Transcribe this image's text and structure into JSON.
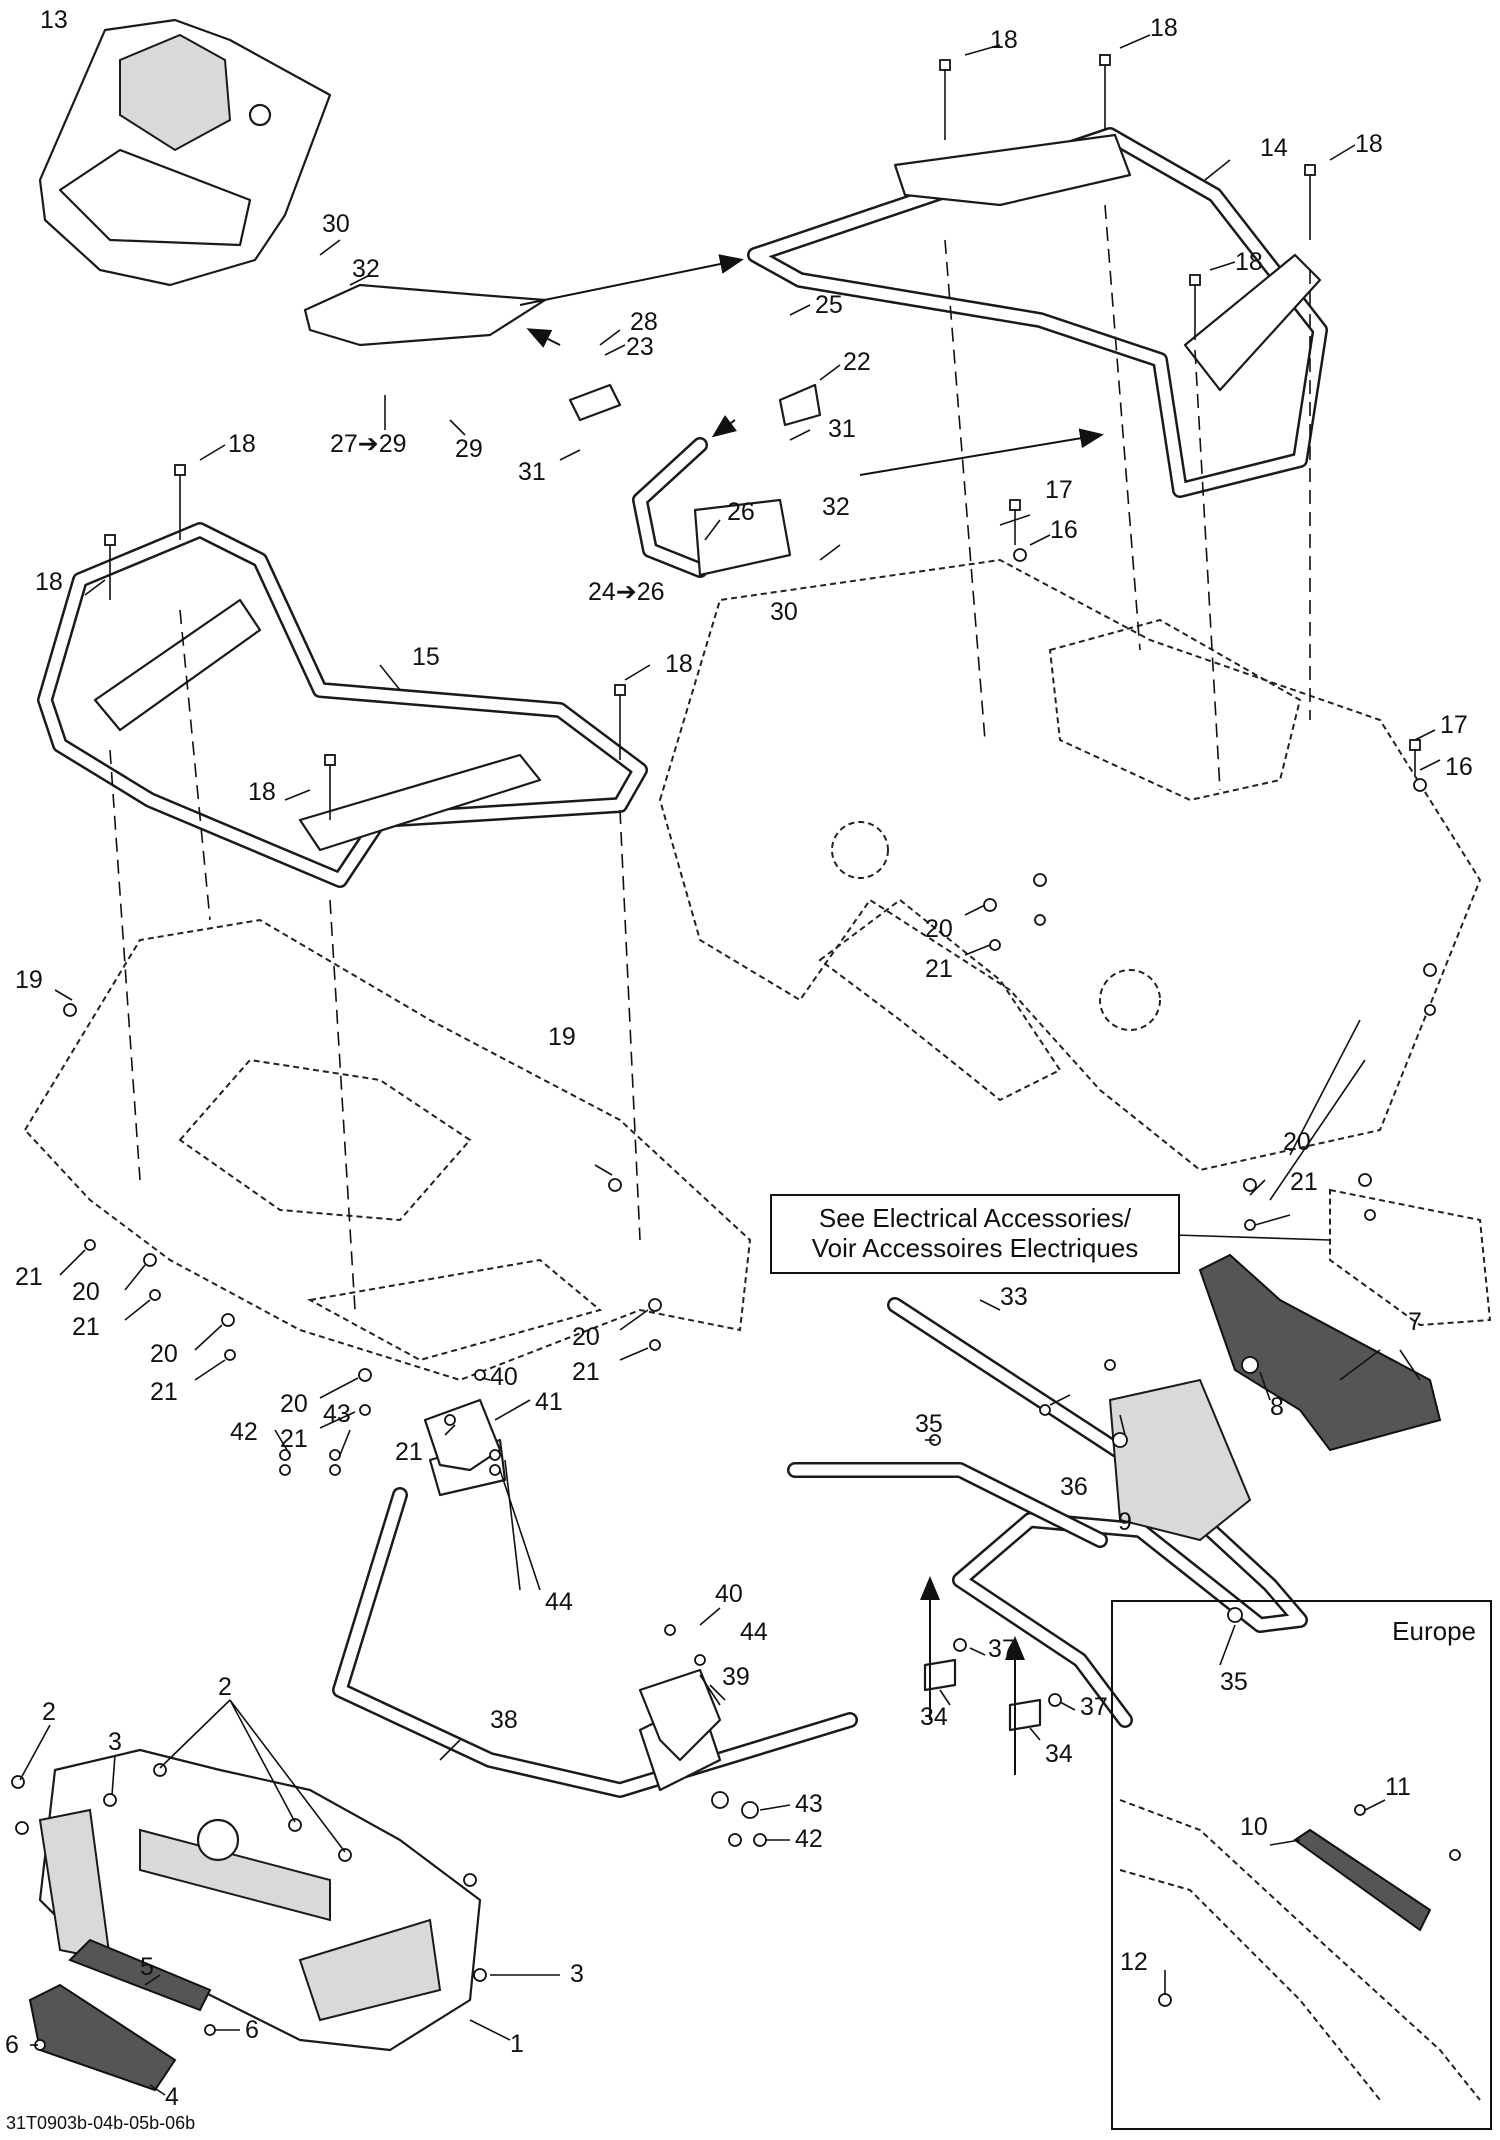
{
  "diagram": {
    "note_box": {
      "line1": "See Electrical Accessories/",
      "line2": "Voir Accessoires Electriques"
    },
    "inset": {
      "title": "Europe"
    },
    "document_code": "31T0903b-04b-05b-06b",
    "callouts": {
      "c13": "13",
      "c18a": "18",
      "c18b": "18",
      "c14": "14",
      "c18c": "18",
      "c18d": "18",
      "c30a": "30",
      "c32a": "32",
      "c28": "28",
      "c25": "25",
      "c23": "23",
      "c22": "22",
      "c31a": "31",
      "c27_29": "27➔29",
      "c29": "29",
      "c31b": "31",
      "c26": "26",
      "c32b": "32",
      "c24_26": "24➔26",
      "c30b": "30",
      "c17a": "17",
      "c16a": "16",
      "c18e": "18",
      "c18f": "18",
      "c15": "15",
      "c18g": "18",
      "c18h": "18",
      "c17b": "17",
      "c16b": "16",
      "c19a": "19",
      "c19b": "19",
      "c20a": "20",
      "c21a": "21",
      "c20b": "20",
      "c21b": "21",
      "c21c": "21",
      "c20c": "20",
      "c21d": "21",
      "c20d": "20",
      "c21e": "21",
      "c20e": "20",
      "c21f": "21",
      "c20f": "20",
      "c21g": "21",
      "c21h": "21",
      "c7": "7",
      "c33": "33",
      "c35a": "35",
      "c8": "8",
      "c36": "36",
      "c9": "9",
      "c35b": "35",
      "c37a": "37",
      "c34a": "34",
      "c37b": "37",
      "c34b": "34",
      "c40a": "40",
      "c43a": "43",
      "c41": "41",
      "c42a": "42",
      "c44a": "44",
      "c40b": "40",
      "c44b": "44",
      "c39": "39",
      "c38": "38",
      "c43b": "43",
      "c42b": "42",
      "c2a": "2",
      "c3a": "3",
      "c2b": "2",
      "c5": "5",
      "c3b": "3",
      "c6a": "6",
      "c1": "1",
      "c6b": "6",
      "c4": "4",
      "c11": "11",
      "c10": "10",
      "c12": "12"
    }
  }
}
